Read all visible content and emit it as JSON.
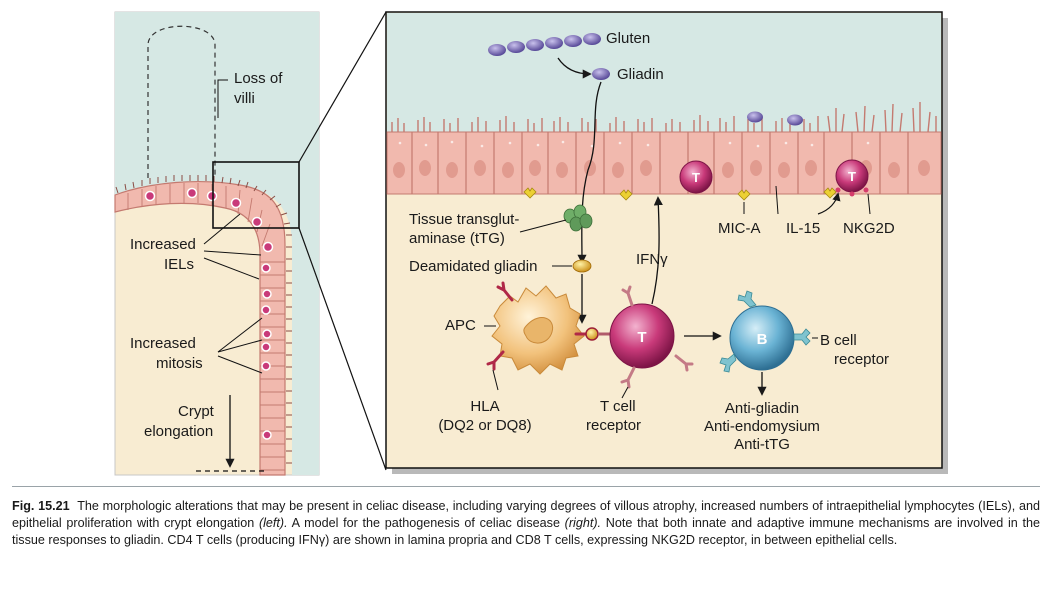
{
  "figure": {
    "left_panel": {
      "labels": {
        "loss_of": "Loss of",
        "villi": "villi",
        "increased_1": "Increased",
        "iels": "IELs",
        "increased_2": "Increased",
        "mitosis": "mitosis",
        "crypt": "Crypt",
        "elongation": "elongation"
      }
    },
    "right_panel": {
      "labels": {
        "gluten": "Gluten",
        "gliadin": "Gliadin",
        "ttg_1": "Tissue transglut-",
        "ttg_2": "aminase (tTG)",
        "deamidated": "Deamidated gliadin",
        "ifn": "IFNγ",
        "mic_a": "MIC-A",
        "il15": "IL-15",
        "nkg2d": "NKG2D",
        "apc": "APC",
        "hla_1": "HLA",
        "hla_2": "(DQ2 or DQ8)",
        "tcell_1": "T cell",
        "tcell_2": "receptor",
        "bcell_1": "B cell",
        "bcell_2": "receptor",
        "anti_1": "Anti-gliadin",
        "anti_2": "Anti-endomysium",
        "anti_3": "Anti-tTG",
        "t": "T",
        "b": "B"
      }
    }
  },
  "caption": {
    "fig_number": "Fig. 15.21",
    "text_1": "The morphologic alterations that may be present in celiac disease, including varying degrees of villous atrophy, increased numbers of intraepithelial lymphocytes (IELs), and epithelial proliferation with crypt elongation ",
    "left": "(left).",
    "text_2": " A model for the pathogenesis of celiac disease ",
    "right": "(right).",
    "text_3": " Note that both innate and adaptive immune mechanisms are involved in the tissue responses to gliadin. CD4 T cells (producing IFNγ) are shown in lamina propria and CD8 T cells, expressing NKG2D receptor, in between epithelial cells."
  },
  "colors": {
    "lumen": "#d6e8e4",
    "lamina": "#f8ecd2",
    "epithelium": "#f1b9ae",
    "epithelium_edge": "#c47a70",
    "t_cell": "#c0286a",
    "b_cell": "#5fa8c8",
    "apc": "#f0c077",
    "gliadin": "#6c5fa8",
    "ttg": "#5f9a5a",
    "receptor": "#e3c12a"
  }
}
